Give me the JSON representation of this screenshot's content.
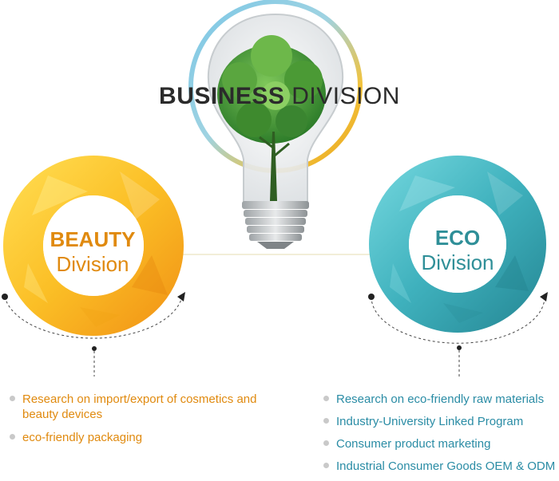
{
  "header": {
    "title_strong": "BUSINESS",
    "title_light": "DIVISION"
  },
  "beauty": {
    "name": "BEAUTY",
    "sub": "Division",
    "items": [
      "Research on import/export of cosmetics and beauty devices",
      "eco-friendly packaging"
    ]
  },
  "eco": {
    "name": "ECO",
    "sub": "Division",
    "items": [
      "Research on eco-friendly raw materials",
      "Industry-University Linked Program",
      "Consumer product marketing",
      "Industrial Consumer Goods OEM & ODM"
    ]
  },
  "colors": {
    "beauty_accent": "#e08a0f",
    "eco_accent": "#2a8ca5",
    "title": "#2b2b2b"
  }
}
